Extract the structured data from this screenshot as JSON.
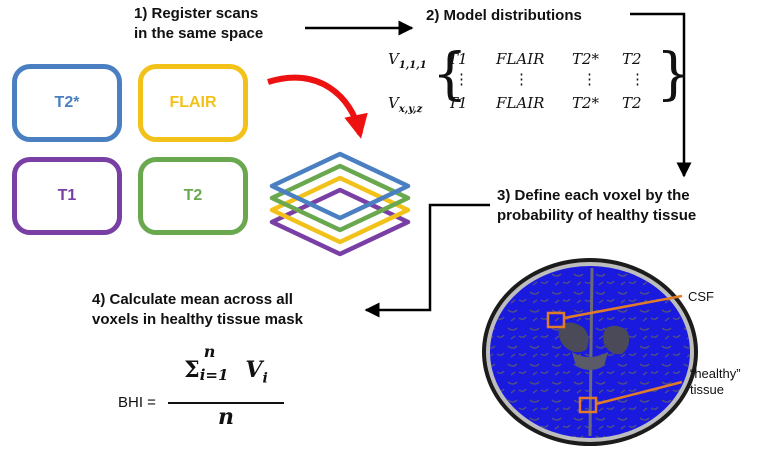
{
  "steps": {
    "step1": "1) Register scans\nin the same space",
    "step2": "2) Model distributions",
    "step3": "3) Define each voxel by the\nprobability of healthy tissue",
    "step4": "4) Calculate mean across all\nvoxels in healthy tissue mask"
  },
  "scans": [
    {
      "label": "T2*",
      "color": "#4a7fc1"
    },
    {
      "label": "FLAIR",
      "color": "#f2c21b"
    },
    {
      "label": "T1",
      "color": "#7a3fa5"
    },
    {
      "label": "T2",
      "color": "#6aa84f"
    }
  ],
  "matrix": {
    "row1_voxel": "V",
    "row1_sub": "1,1,1",
    "row2_voxel": "V",
    "row2_sub": "x,y,z",
    "cols": [
      "T1",
      "FLAIR",
      "T2*",
      "T2"
    ],
    "ellipsis": "⋮"
  },
  "formula": {
    "lhs": "BHI =",
    "sigma": "Σ",
    "upper": "n",
    "lower": "i=1",
    "term": "V",
    "term_sub": "i",
    "denominator": "n"
  },
  "annotations": {
    "csf": "CSF",
    "healthy": "“healthy”\ntissue"
  },
  "colors": {
    "arrow": "#000000",
    "annotation": "#e07b2a",
    "tissue": "#1010e0"
  }
}
